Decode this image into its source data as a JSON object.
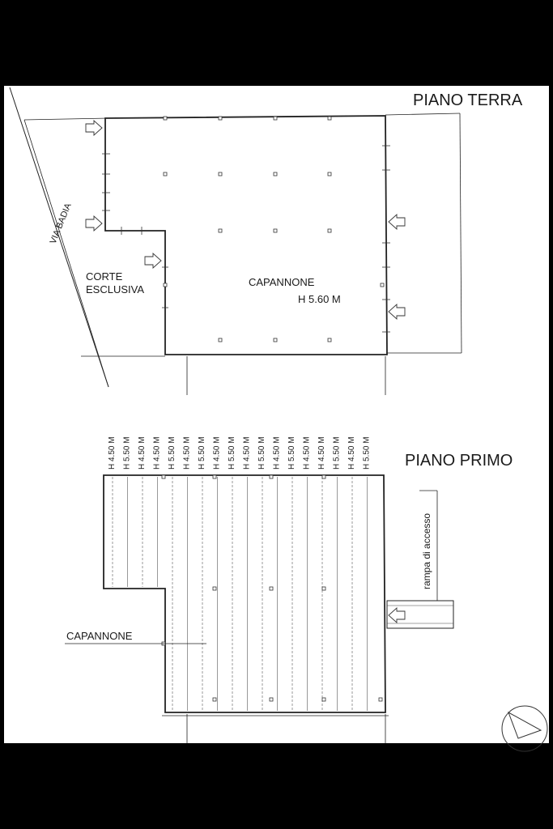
{
  "ground_floor": {
    "title": "PIANO TERRA",
    "street_label": "VIA BADIA",
    "courtyard_label_1": "CORTE",
    "courtyard_label_2": "ESCLUSIVA",
    "building_label": "CAPANNONE",
    "height_label": "H 5.60 M"
  },
  "first_floor": {
    "title": "PIANO PRIMO",
    "building_label": "CAPANNONE",
    "ramp_label": "rampa di accesso",
    "bay_heights": [
      "H 4.50 M",
      "H 5.50 M",
      "H 4.50 M",
      "H 4.50 M",
      "H 5.50 M",
      "H 4.50 M",
      "H 5.50 M",
      "H 4.50 M",
      "H 5.50 M",
      "H 4.50 M",
      "H 5.50 M",
      "H 4.50 M",
      "H 5.50 M",
      "H 4.50 M",
      "H 4.50 M",
      "H 5.50 M",
      "H 4.50 M",
      "H 5.50 M"
    ]
  },
  "colors": {
    "background": "#000000",
    "sheet": "#ffffff",
    "lines": "#222222"
  }
}
